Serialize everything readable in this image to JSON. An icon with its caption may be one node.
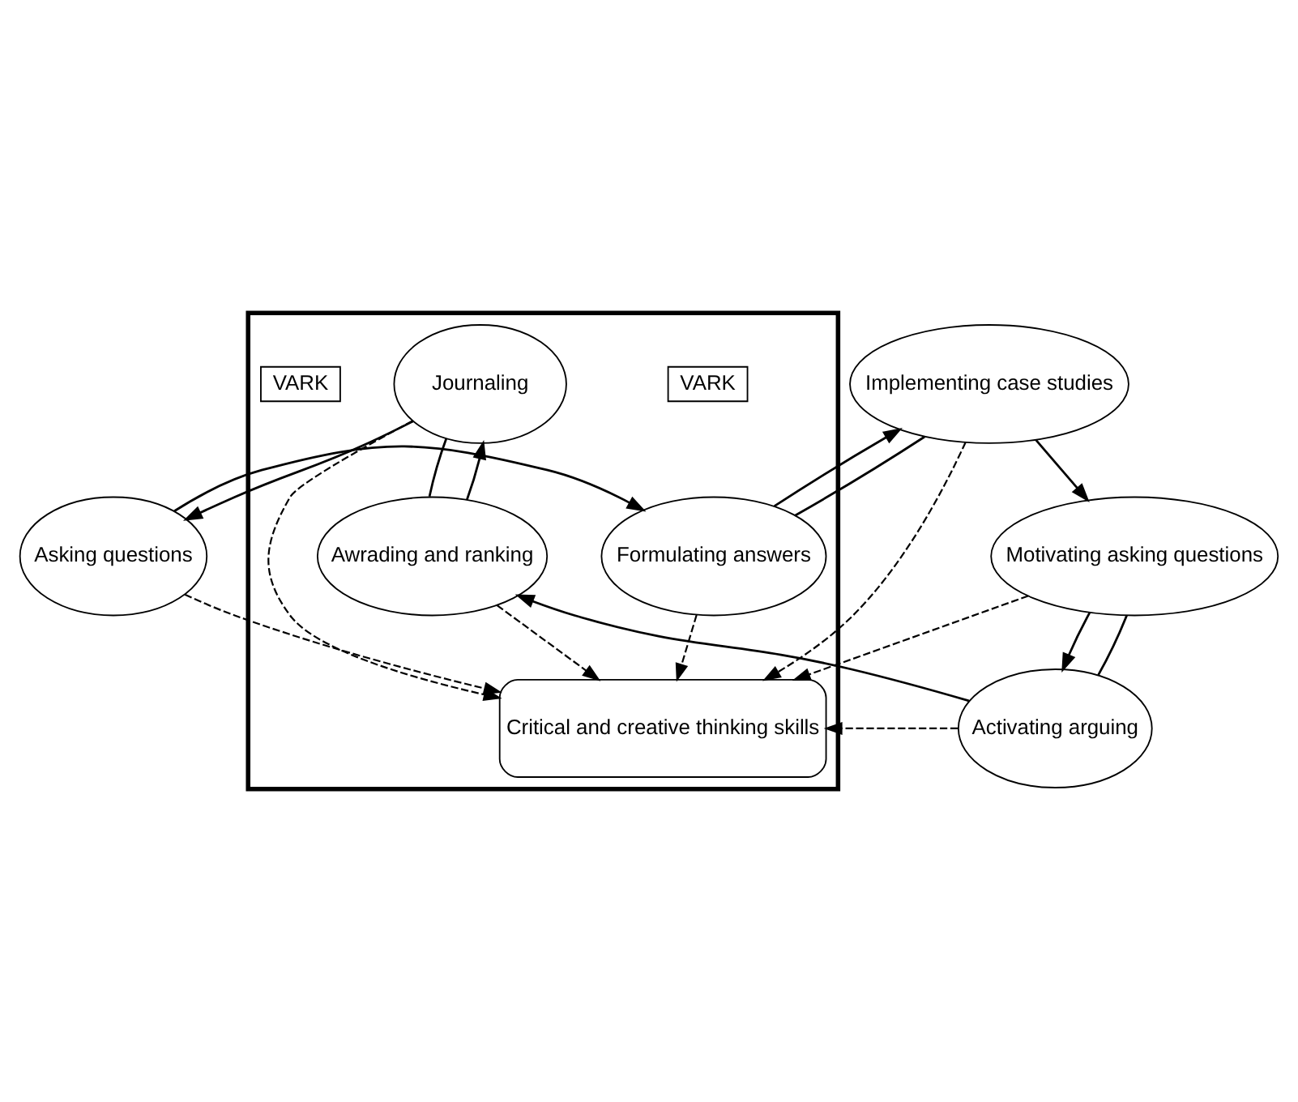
{
  "diagram": {
    "nodes": [
      {
        "text": [
          "Asking questions"
        ]
      },
      {
        "text": [],
        "shape": "box"
      },
      {
        "text": [
          "VARK"
        ],
        "in": 1
      },
      {
        "text": [
          "Journaling"
        ],
        "in": 1
      },
      {
        "text": [
          "Formulating answers"
        ],
        "in": 1
      },
      {
        "text": [
          "VARK"
        ],
        "in": 1
      },
      {
        "text": [
          "Awrading and ranking"
        ],
        "in": 1
      },
      {
        "text": [
          "Critical and creative thinking skills"
        ],
        "in": 1
      },
      {
        "text": [
          "Implementing case studies"
        ]
      },
      {
        "text": [
          "Activating arguing"
        ]
      },
      {
        "text": [
          "Motivating asking questions"
        ]
      }
    ],
    "edges": [
      {
        "from": 3,
        "to": 0,
        "arrow": "to"
      },
      {
        "from": 0,
        "to": 4,
        "arrow": "to"
      },
      {
        "from": 4,
        "to": 8,
        "arrow": "to"
      },
      {
        "from": 8,
        "to": 10,
        "arrow": "to"
      },
      {
        "from": 10,
        "to": 9,
        "arrow": "to"
      },
      {
        "from": 9,
        "to": 6,
        "arrow": "to"
      },
      {
        "from": 6,
        "to": 3,
        "arrow": "to"
      },
      {
        "from": 0,
        "to": 7,
        "arrow": "to",
        "style": "dashed"
      },
      {
        "from": 3,
        "to": 6,
        "arrow": "none"
      },
      {
        "from": 3,
        "to": 7,
        "arrow": "to",
        "style": "dashed"
      },
      {
        "from": 6,
        "to": 7,
        "arrow": "to",
        "style": "dashed"
      },
      {
        "from": 4,
        "to": 8,
        "arrow": "none"
      },
      {
        "from": 4,
        "to": 7,
        "arrow": "to",
        "style": "dashed"
      },
      {
        "from": 8,
        "to": 7,
        "arrow": "to",
        "style": "dashed"
      },
      {
        "from": 9,
        "to": 10,
        "arrow": "none"
      },
      {
        "from": 9,
        "to": 7,
        "arrow": "to",
        "style": "dashed"
      },
      {
        "from": 10,
        "to": 7,
        "arrow": "to",
        "style": "dashed"
      }
    ]
  }
}
